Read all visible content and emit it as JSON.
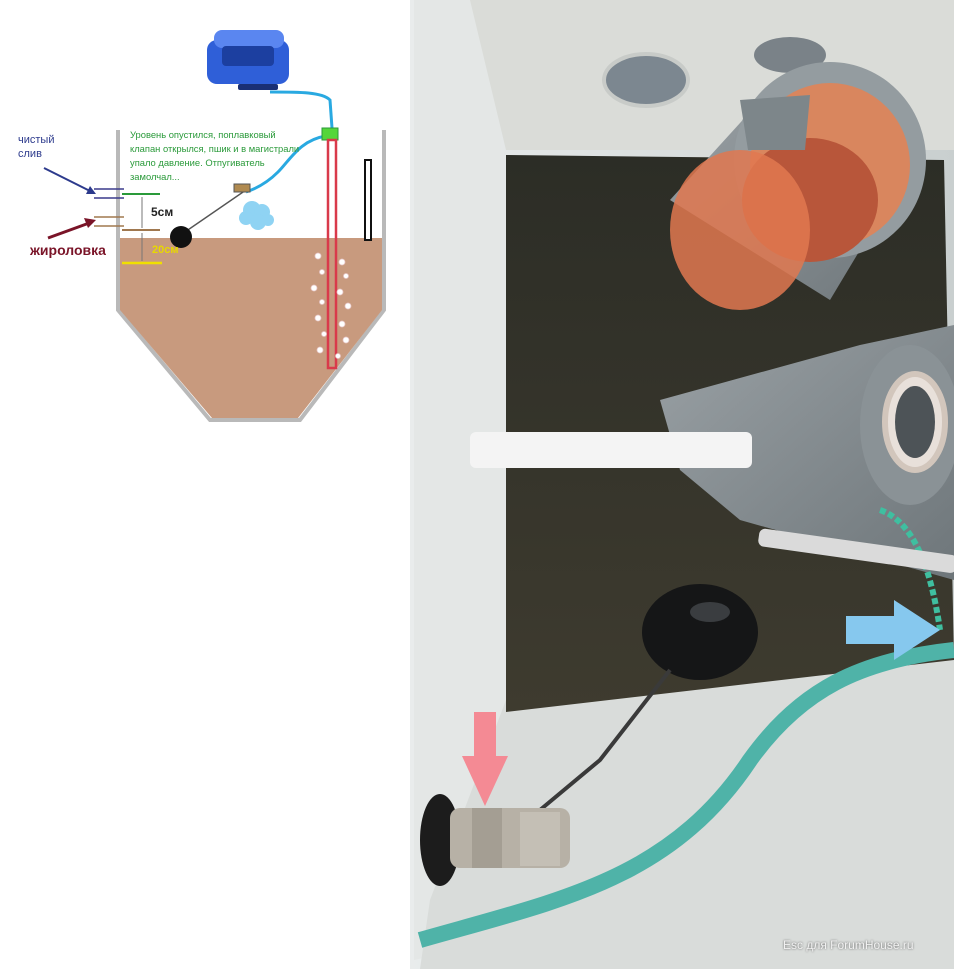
{
  "diagram": {
    "label_clean_drain": "чистый слив",
    "label_grease_trap": "жироловка",
    "label_5cm": "5см",
    "label_20cm": "20см",
    "note": "Уровень опустился, поплавковый клапан открылся, пшик и в магистрали упало давление. Отпугиватель замолчал...",
    "colors": {
      "water": "#c89a7e",
      "tank_outline": "#b9b9b9",
      "tube_blue": "#29a9e1",
      "riser_red": "#d93a4b",
      "compressor": "#2f5fd8",
      "yellow_line": "#f0e000",
      "green_line": "#2a9a3a",
      "brown_line": "#a0784f"
    }
  },
  "photo": {
    "watermark": "Esc для ForumHouse.ru",
    "colors": {
      "arrow_red": "#f48a94",
      "arrow_blue": "#86c8ee",
      "hose": "#4fb3a8"
    }
  }
}
